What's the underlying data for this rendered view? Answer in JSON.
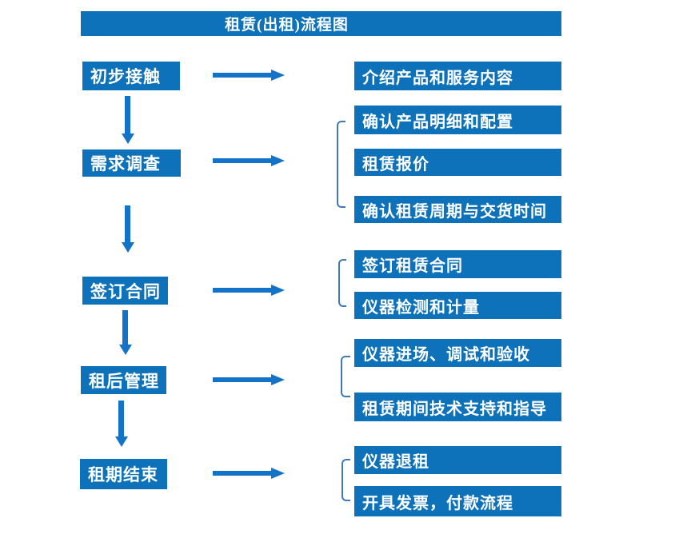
{
  "title": "租赁(出租)流程图",
  "colors": {
    "box_blue": "#0e72ba",
    "arrow_blue": "#1273c8",
    "bracket_blue": "#4078bd",
    "text_white": "#ffffff"
  },
  "steps": [
    {
      "label": "初步接触",
      "outputs": [
        "介绍产品和服务内容"
      ]
    },
    {
      "label": "需求调查",
      "outputs": [
        "确认产品明细和配置",
        "租赁报价",
        "确认租赁周期与交货时间"
      ]
    },
    {
      "label": "签订合同",
      "outputs": [
        "签订租赁合同",
        "仪器检测和计量"
      ]
    },
    {
      "label": "租后管理",
      "outputs": [
        "仪器进场、调试和验收",
        "租赁期间技术支持和指导"
      ]
    },
    {
      "label": "租期结束",
      "outputs": [
        "仪器退租",
        "开具发票，付款流程"
      ]
    }
  ]
}
